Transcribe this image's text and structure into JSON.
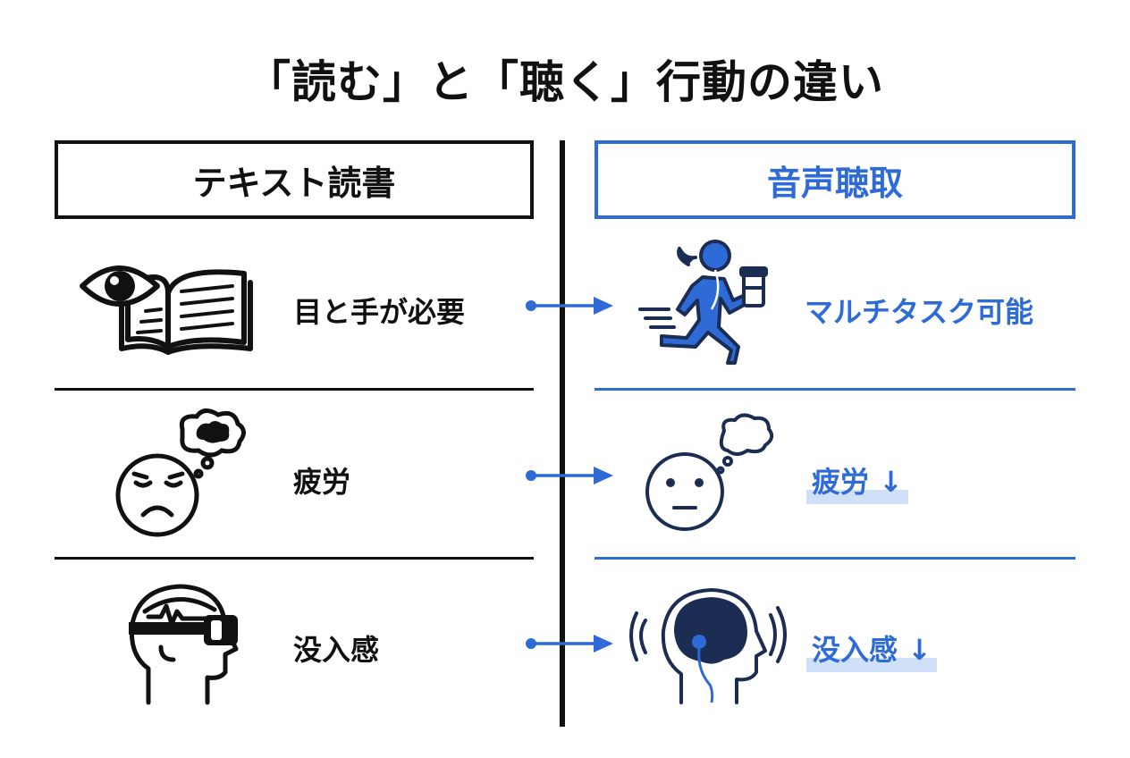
{
  "title": "「読む」と「聴く」行動の違い",
  "left_header": "テキスト読書",
  "right_header": "音声聴取",
  "rows": [
    {
      "left_label": "目と手が必要",
      "right_label": "マルチタスク可能"
    },
    {
      "left_label": "疲労",
      "right_label": "疲労 ↓"
    },
    {
      "left_label": "没入感",
      "right_label": "没入感 ↓"
    }
  ],
  "colors": {
    "accent": "#2f6bd6",
    "dark": "#111111",
    "navy": "#1b2d52",
    "highlight": "#cfe0f8"
  },
  "icons": [
    "eye-book-icon",
    "runner-headphones-coffee-icon",
    "tired-face-thought-icon",
    "neutral-face-thought-icon",
    "vr-headset-head-icon",
    "listening-head-icon",
    "arrow-icon"
  ]
}
